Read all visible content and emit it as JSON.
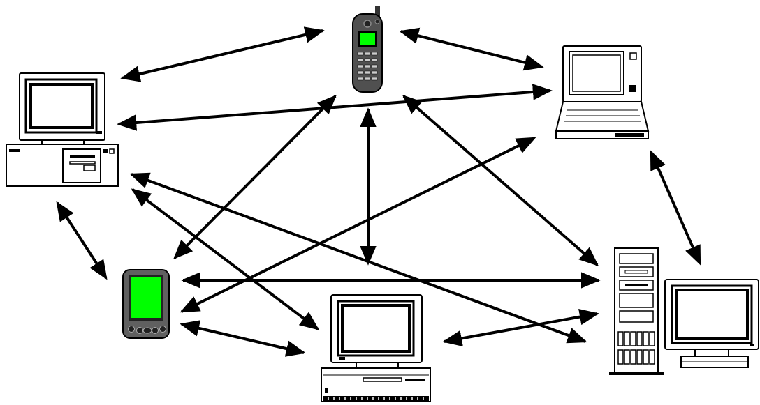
{
  "diagram": {
    "background_color": "#ffffff",
    "line_color": "#000000",
    "screen_green": "#00ff00",
    "device_fill": "#ffffff",
    "phone_fill": "#555555",
    "nodes": [
      {
        "id": "desktop-pc",
        "icon": "desktop-computer-icon"
      },
      {
        "id": "cell-phone",
        "icon": "mobile-phone-icon"
      },
      {
        "id": "laptop",
        "icon": "laptop-icon"
      },
      {
        "id": "pda",
        "icon": "pda-icon"
      },
      {
        "id": "mac-computer",
        "icon": "macintosh-computer-icon"
      },
      {
        "id": "tower-server",
        "icon": "tower-computer-icon"
      }
    ],
    "connections": [
      [
        "desktop-pc",
        "cell-phone"
      ],
      [
        "desktop-pc",
        "laptop"
      ],
      [
        "desktop-pc",
        "pda"
      ],
      [
        "desktop-pc",
        "mac-computer"
      ],
      [
        "desktop-pc",
        "tower-server"
      ],
      [
        "cell-phone",
        "laptop"
      ],
      [
        "cell-phone",
        "pda"
      ],
      [
        "cell-phone",
        "mac-computer"
      ],
      [
        "cell-phone",
        "tower-server"
      ],
      [
        "laptop",
        "pda"
      ],
      [
        "laptop",
        "tower-server"
      ],
      [
        "pda",
        "tower-server"
      ],
      [
        "pda",
        "mac-computer"
      ],
      [
        "mac-computer",
        "tower-server"
      ]
    ]
  }
}
